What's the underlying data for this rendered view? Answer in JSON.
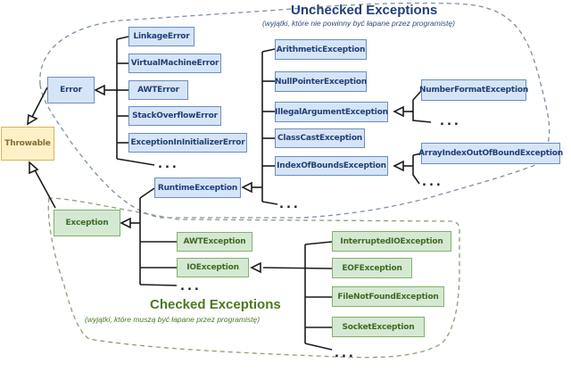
{
  "regions": {
    "unchecked": {
      "title": "Unchecked Exceptions",
      "subtitle": "(wyjątki, które nie powinny być łapane przez programistę)",
      "color": "#1f3f78"
    },
    "checked": {
      "title": "Checked Exceptions",
      "subtitle": "(wyjątki, które muszą być łapane przez programistę)",
      "color": "#4a7a1e"
    }
  },
  "nodes": {
    "throwable": "Throwable",
    "error": "Error",
    "exception": "Exception",
    "linkage_error": "LinkageError",
    "virtual_machine_error": "VirtualMachineError",
    "awt_error": "AWTError",
    "stack_overflow_error": "StackOverflowError",
    "exception_in_initializer_error": "ExceptionInInitializerError",
    "runtime_exception": "RuntimeException",
    "arithmetic_exception": "ArithmeticException",
    "null_pointer_exception": "NullPointerException",
    "illegal_argument_exception": "IllegalArgumentException",
    "class_cast_exception": "ClassCastException",
    "index_of_bounds_exception": "IndexOfBoundsException",
    "number_format_exception": "NumberFormatException",
    "array_index_out_of_bound_exception": "ArrayIndexOutOfBoundException",
    "awt_exception": "AWTException",
    "io_exception": "IOException",
    "interrupted_io_exception": "InterruptedIOException",
    "eof_exception": "EOFException",
    "file_not_found_exception": "FileNotFoundException",
    "socket_exception": "SocketException"
  },
  "ellipsis": "...",
  "colors": {
    "unchecked_fill": "#d6e4f7",
    "unchecked_border": "#6c8ebf",
    "checked_fill": "#d5e8d4",
    "checked_border": "#82b366",
    "root_fill": "#fff0c8",
    "root_border": "#d6b656"
  }
}
